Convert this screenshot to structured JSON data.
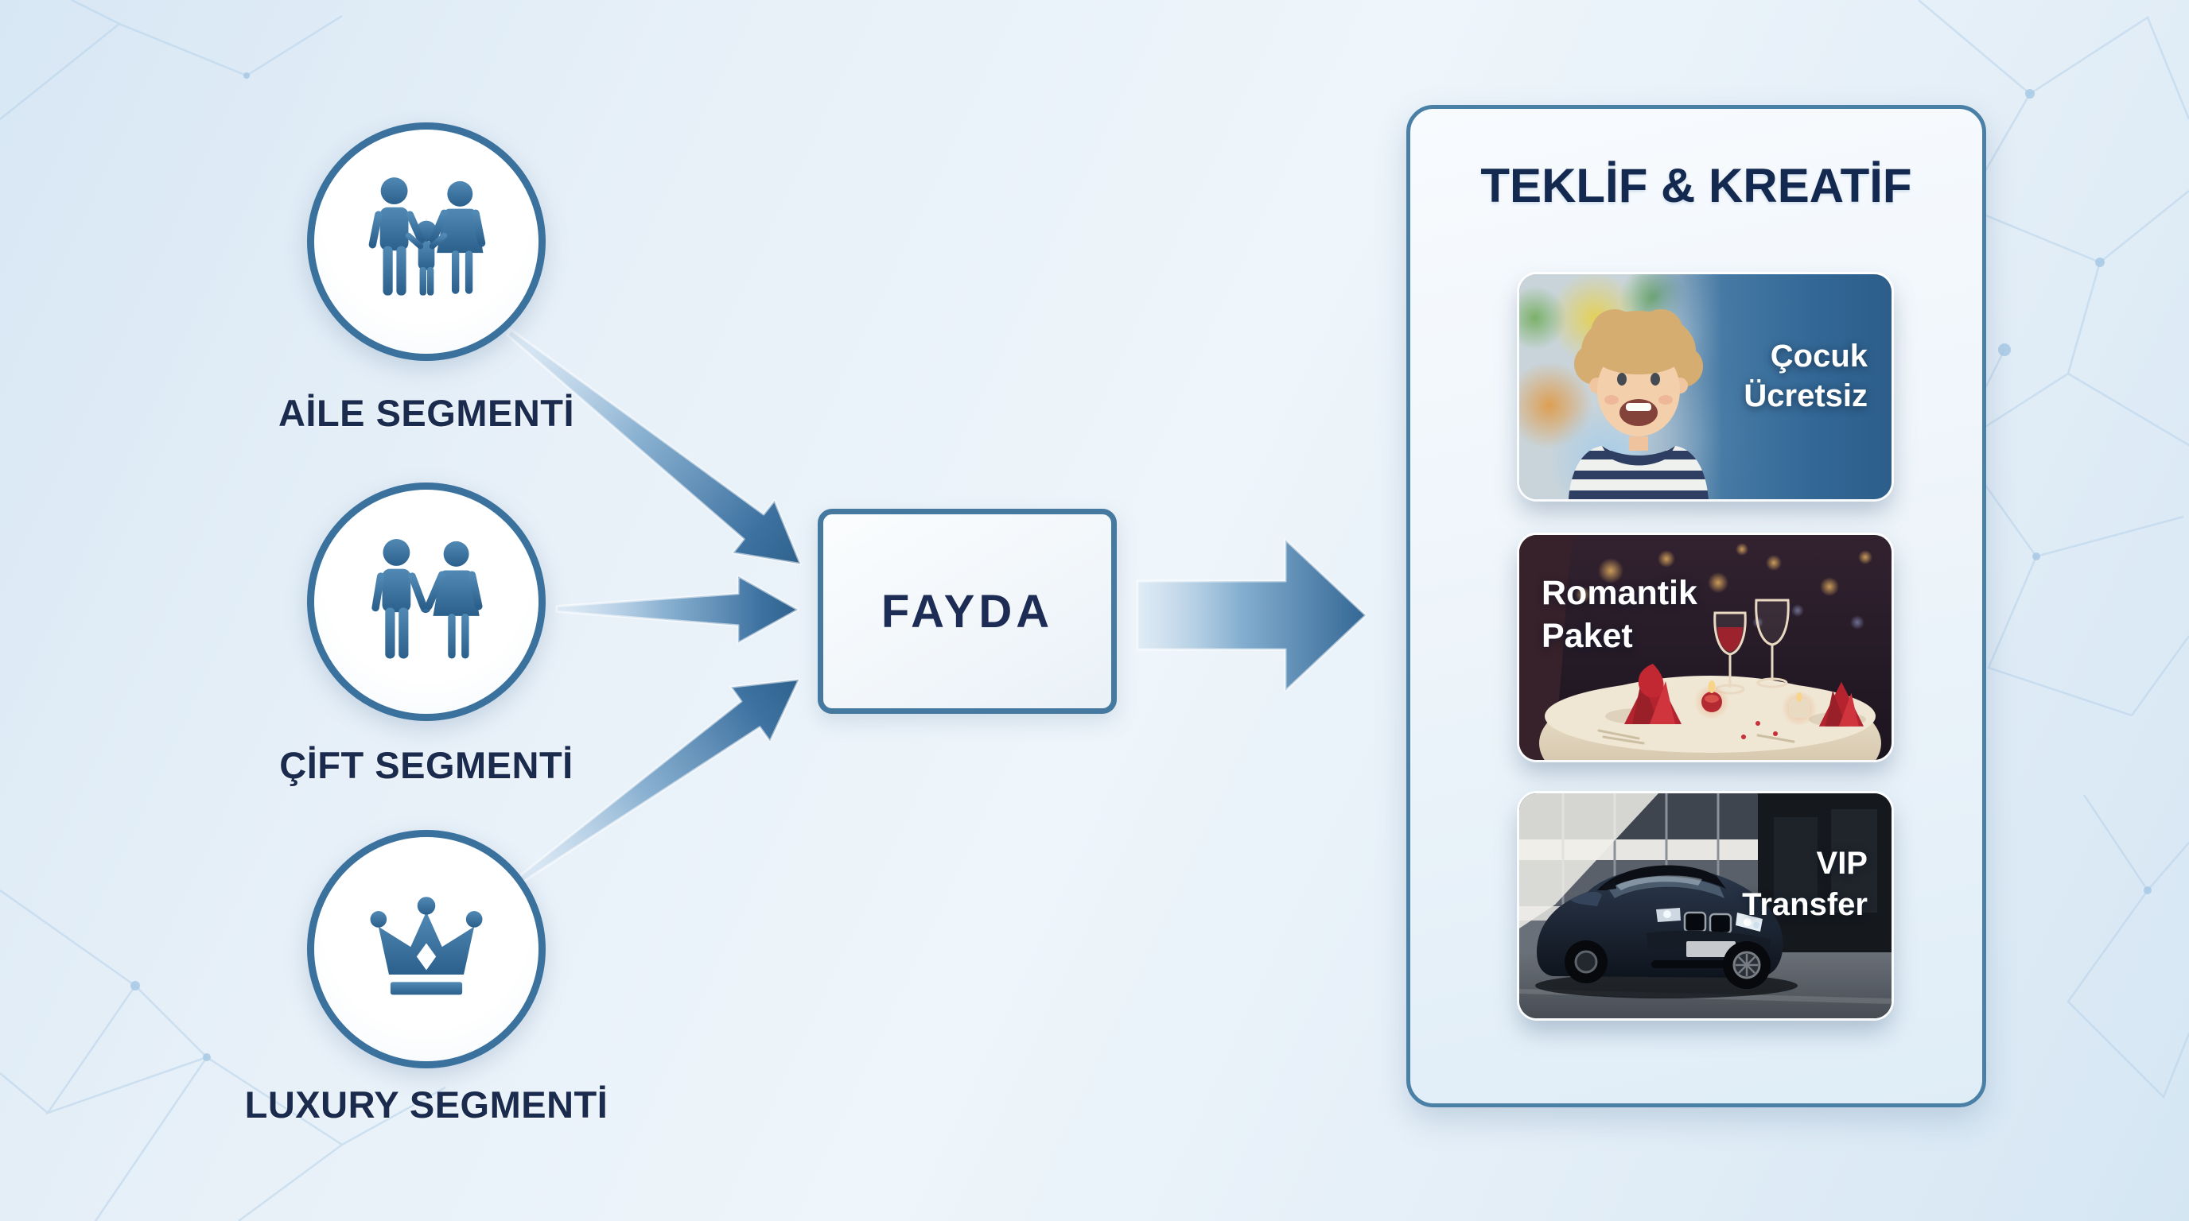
{
  "diagram": {
    "segments": [
      {
        "label": "AİLE SEGMENTİ",
        "icon": "family-icon"
      },
      {
        "label": "ÇİFT SEGMENTİ",
        "icon": "couple-icon"
      },
      {
        "label": "LUXURY SEGMENTİ",
        "icon": "crown-icon"
      }
    ],
    "benefit_box": {
      "label": "FAYDA"
    },
    "panel": {
      "title": "TEKLİF & KREATİF",
      "cards": [
        {
          "line1": "Çocuk",
          "line2": "Ücretsiz",
          "image": "smiling-child-photo"
        },
        {
          "line1": "Romantik",
          "line2": "Paket",
          "image": "romantic-dinner-photo"
        },
        {
          "line1": "VIP",
          "line2": "Transfer",
          "image": "luxury-sedan-photo"
        }
      ]
    },
    "colors": {
      "text_navy": "#1b2b4e",
      "steel_blue": "#33688f",
      "circle_border": "#3b719d",
      "panel_border": "#4b80a6",
      "background": "#e7f0f8",
      "network_pattern": "#b7d2e9",
      "card_text": "#ffffff"
    }
  }
}
